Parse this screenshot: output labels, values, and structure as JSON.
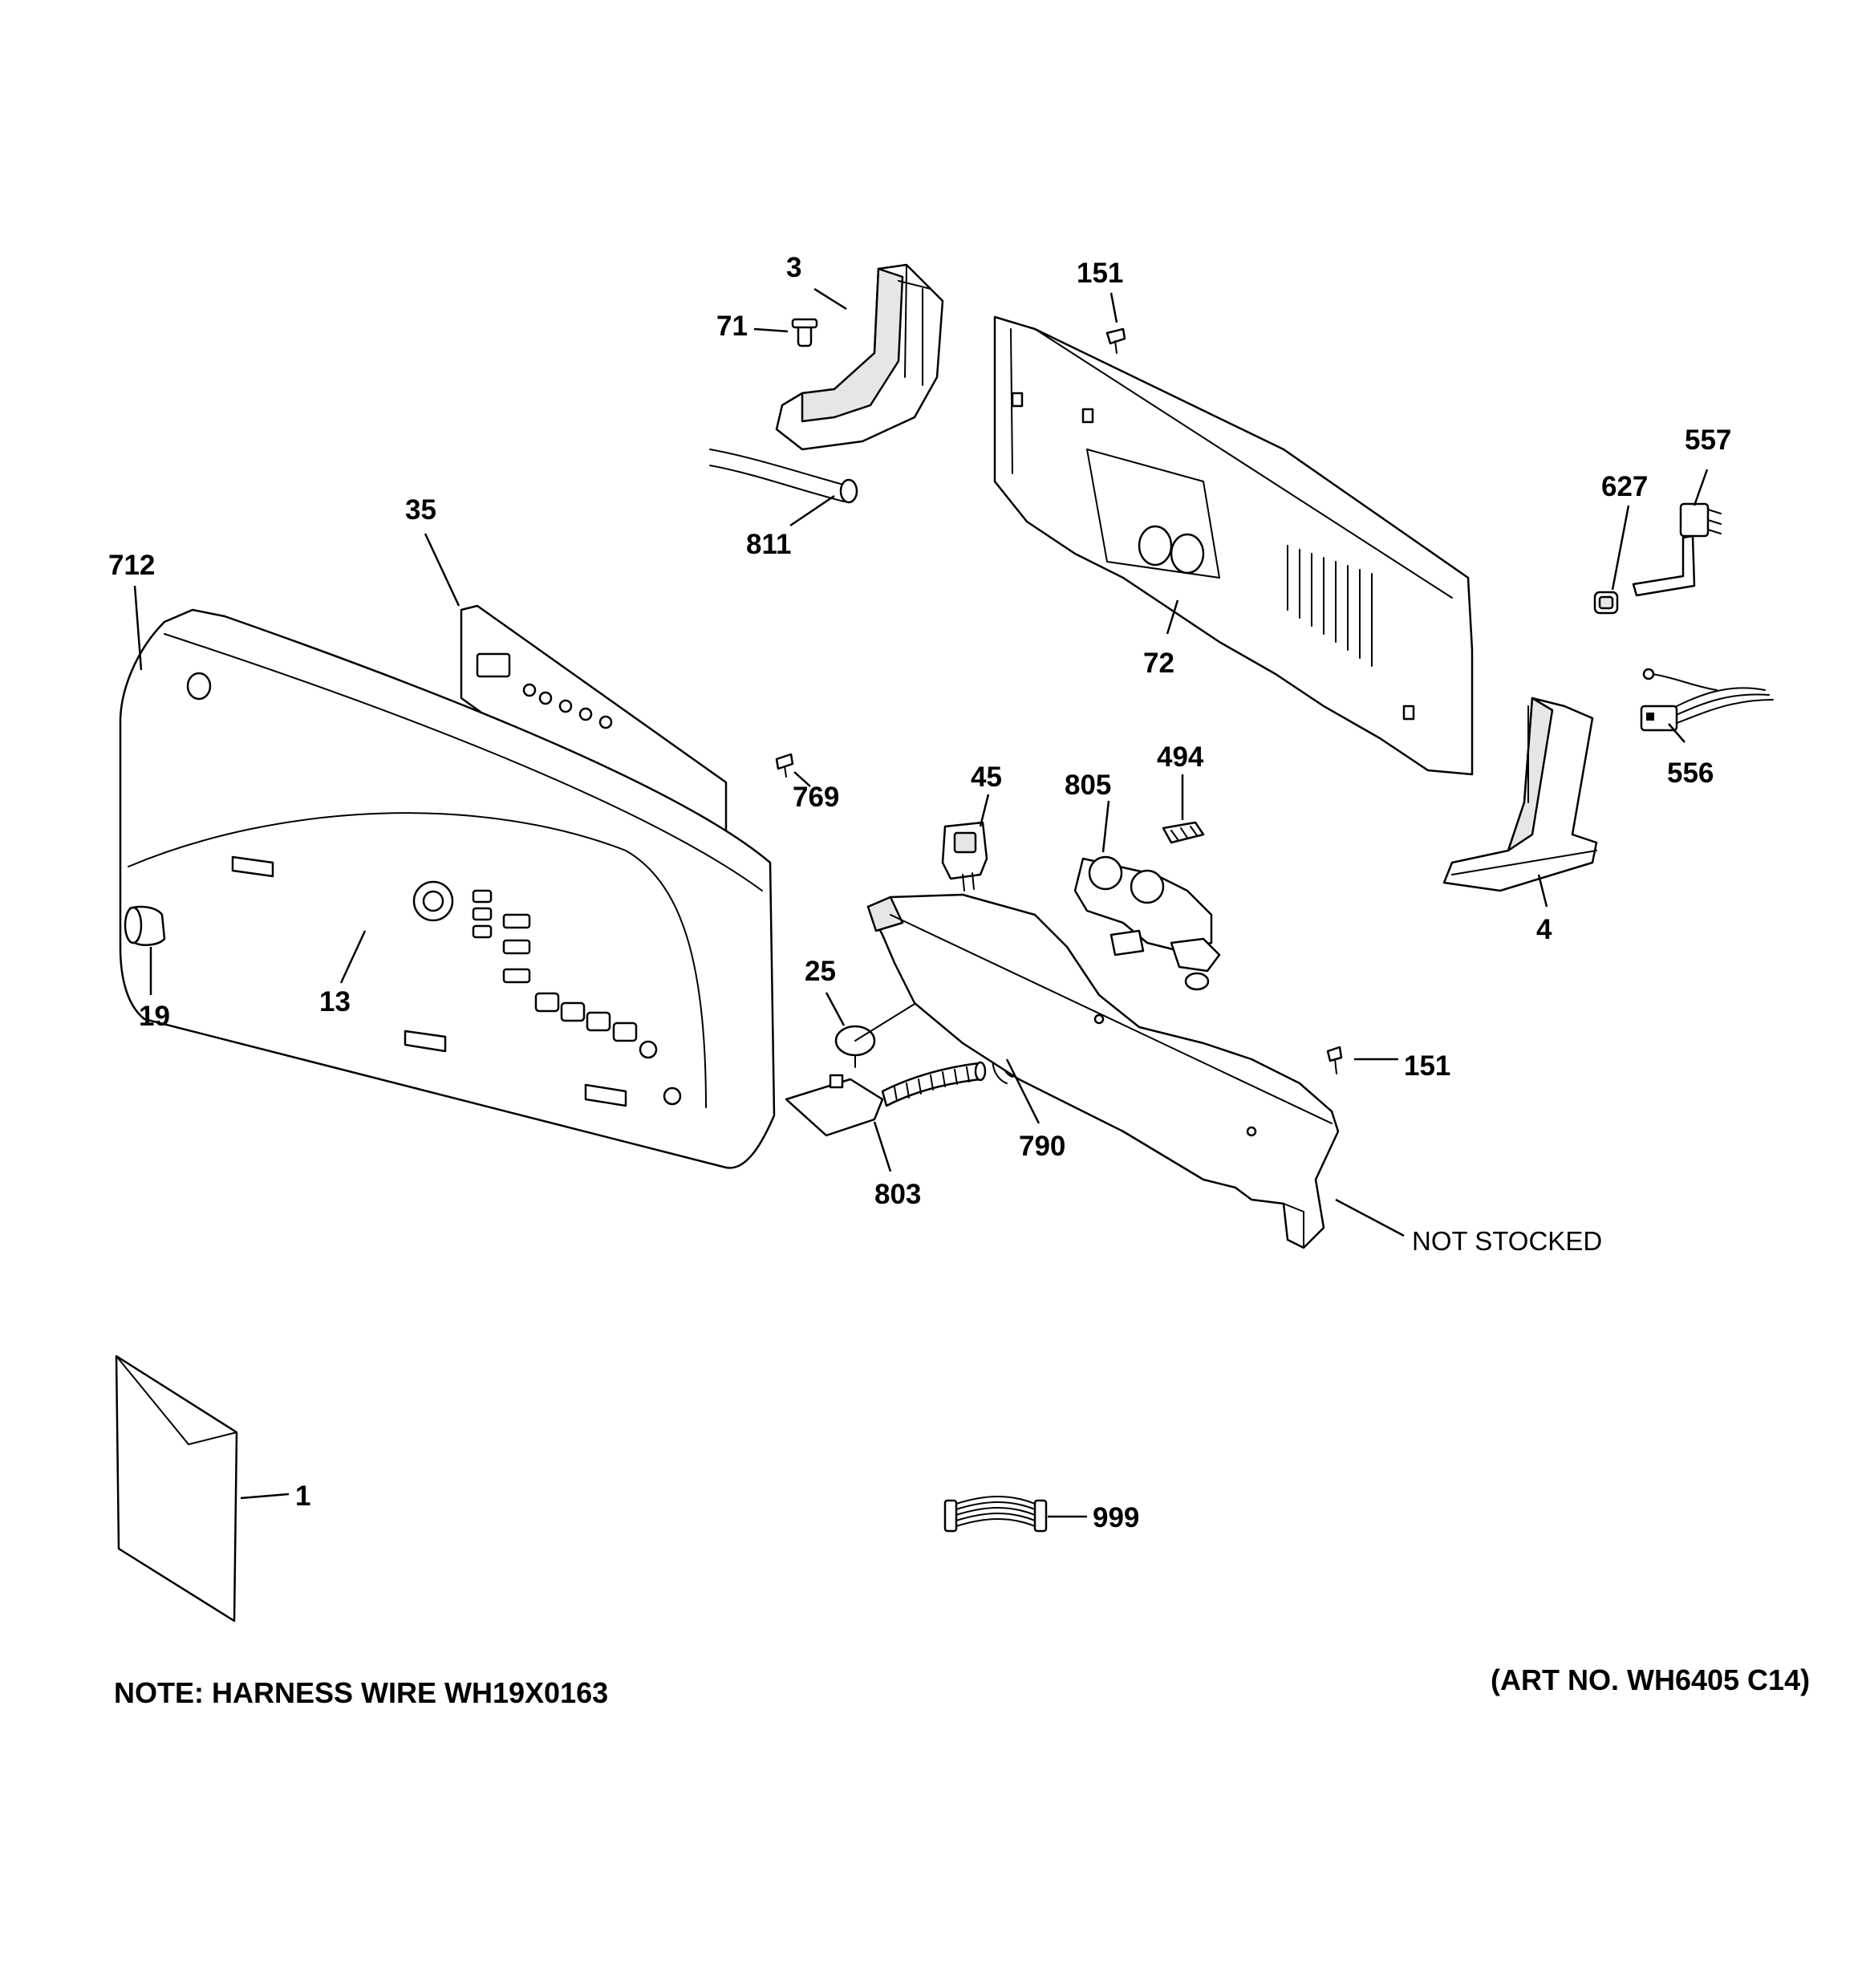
{
  "callouts": {
    "c3": "3",
    "c71": "71",
    "c151a": "151",
    "c151b": "151",
    "c557": "557",
    "c627": "627",
    "c811": "811",
    "c35": "35",
    "c712": "712",
    "c72": "72",
    "c556": "556",
    "c769": "769",
    "c45": "45",
    "c805": "805",
    "c494": "494",
    "c4": "4",
    "c19": "19",
    "c13": "13",
    "c25": "25",
    "c790": "790",
    "c803": "803",
    "c1": "1",
    "c999": "999"
  },
  "annotations": {
    "not_stocked": "NOT STOCKED"
  },
  "footer": {
    "note": "NOTE: HARNESS WIRE WH19X0163",
    "art_no": "(ART NO. WH6405 C14)"
  }
}
